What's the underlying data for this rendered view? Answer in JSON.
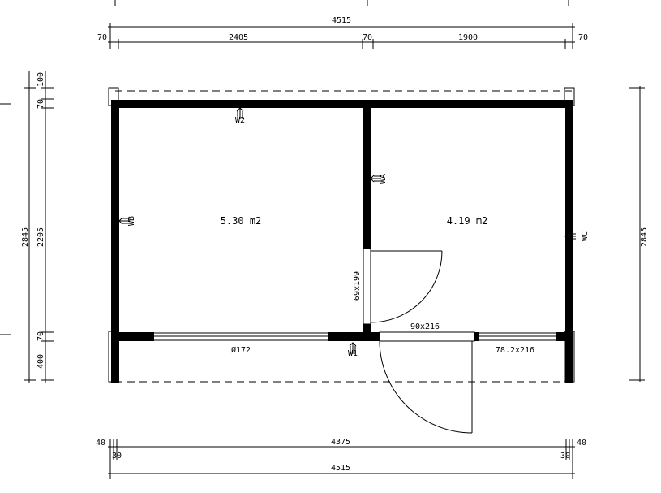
{
  "dimensions": {
    "top_total": "4515",
    "top_segments": [
      "70",
      "2405",
      "70",
      "1900",
      "70"
    ],
    "left_outer": "2845",
    "left_segments": [
      "100",
      "70",
      "2205",
      "70",
      "400"
    ],
    "right_total": "2845",
    "bottom_inner": "4375",
    "bottom_total": "4515",
    "bottom_left_offsets": [
      "40",
      "30"
    ],
    "bottom_right_offsets": [
      "40",
      "30"
    ]
  },
  "rooms": [
    {
      "area": "5.30 m2"
    },
    {
      "area": "4.19 m2"
    }
  ],
  "openings": {
    "window_front_left": "Ø172",
    "door_front": "90x216",
    "window_front_right": "78.2x216",
    "door_interior": "69x199"
  },
  "wall_tags": {
    "w1": "W1",
    "w2": "W2",
    "wa": "WA",
    "wb": "WB",
    "wc": "WC"
  }
}
